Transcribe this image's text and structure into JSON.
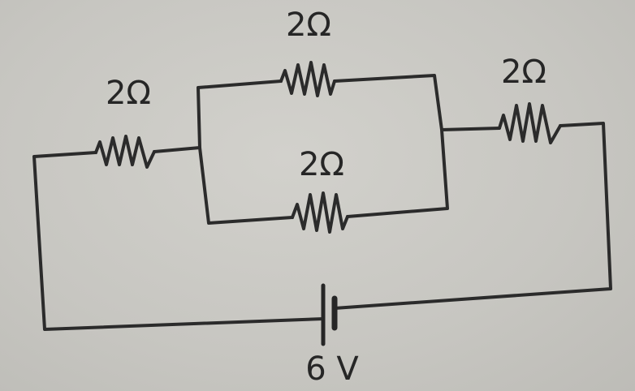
{
  "circuit": {
    "resistors": [
      {
        "id": "left",
        "label": "2Ω"
      },
      {
        "id": "parallel-top",
        "label": "2Ω"
      },
      {
        "id": "parallel-bottom",
        "label": "2Ω"
      },
      {
        "id": "right",
        "label": "2Ω"
      }
    ],
    "battery": {
      "label": "6 V"
    }
  }
}
